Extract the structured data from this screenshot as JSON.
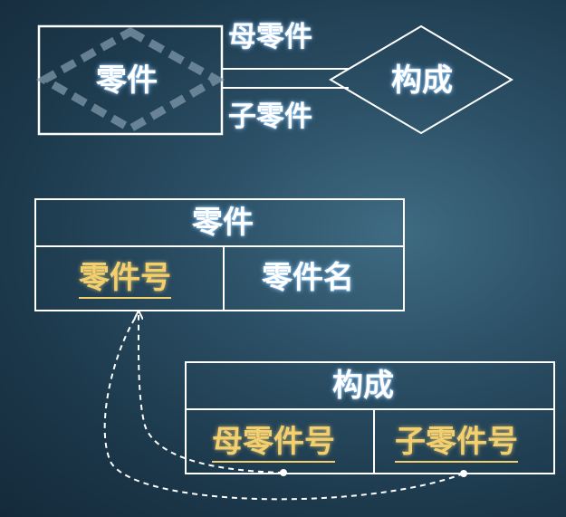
{
  "er": {
    "entity_label": "零件",
    "relationship_label": "构成",
    "role_parent": "母零件",
    "role_child": "子零件"
  },
  "tables": {
    "part": {
      "title": "零件",
      "columns": [
        "零件号",
        "零件名"
      ]
    },
    "compose": {
      "title": "构成",
      "columns": [
        "母零件号",
        "子零件号"
      ]
    }
  },
  "colors": {
    "line": "#ffffff",
    "key_text": "#f3cf6e",
    "background": "#2b4f65"
  }
}
